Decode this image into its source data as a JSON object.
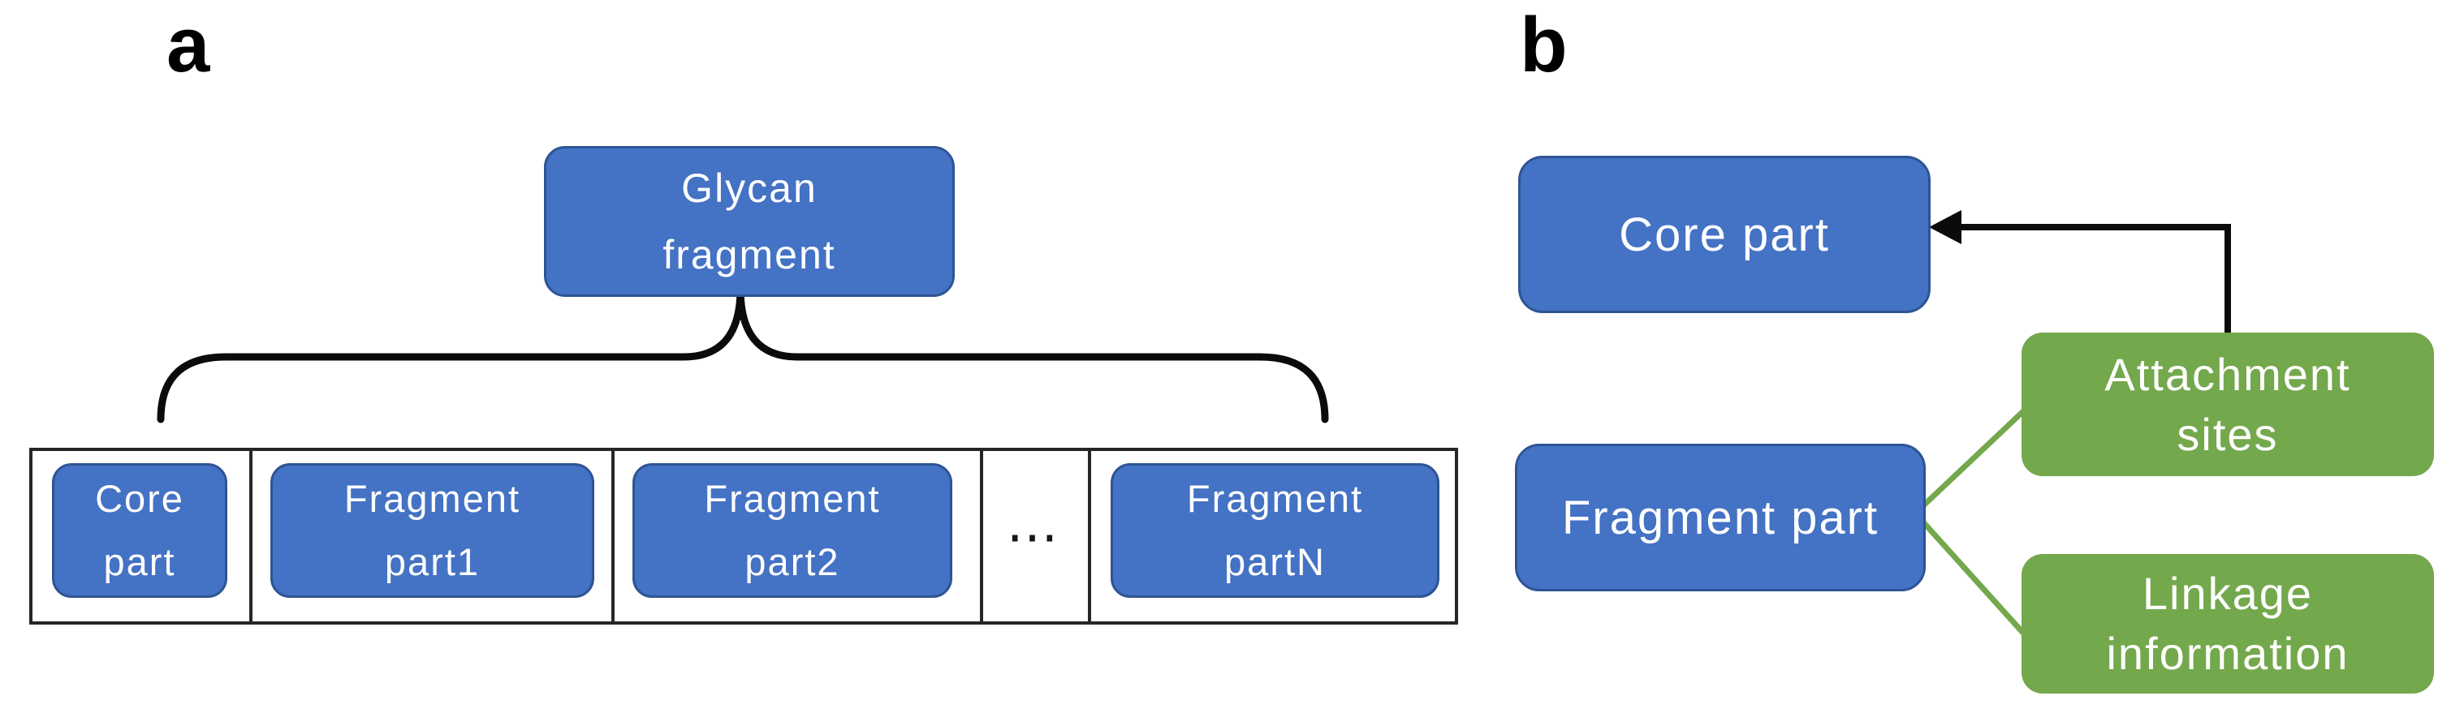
{
  "colors": {
    "box_blue": "#4472C4",
    "box_blue_border": "#2E5494",
    "box_green": "#74A84C",
    "line_black": "#0B0B0B",
    "row_border": "#262626",
    "text_white": "#FFFFFF",
    "label_black": "#000000",
    "background": "#FFFFFF"
  },
  "panel_a": {
    "label": "a",
    "glycan_box": "Glycan\nfragment",
    "row": {
      "cells": [
        {
          "text": "Core\npart"
        },
        {
          "text": "Fragment\npart1"
        },
        {
          "text": "Fragment\npart2"
        },
        {
          "text": "⋯"
        },
        {
          "text": "Fragment\npartN"
        }
      ]
    }
  },
  "panel_b": {
    "label": "b",
    "core_box": "Core part",
    "fragment_box": "Fragment part",
    "attachment_box": "Attachment\nsites",
    "linkage_box": "Linkage\ninformation"
  }
}
